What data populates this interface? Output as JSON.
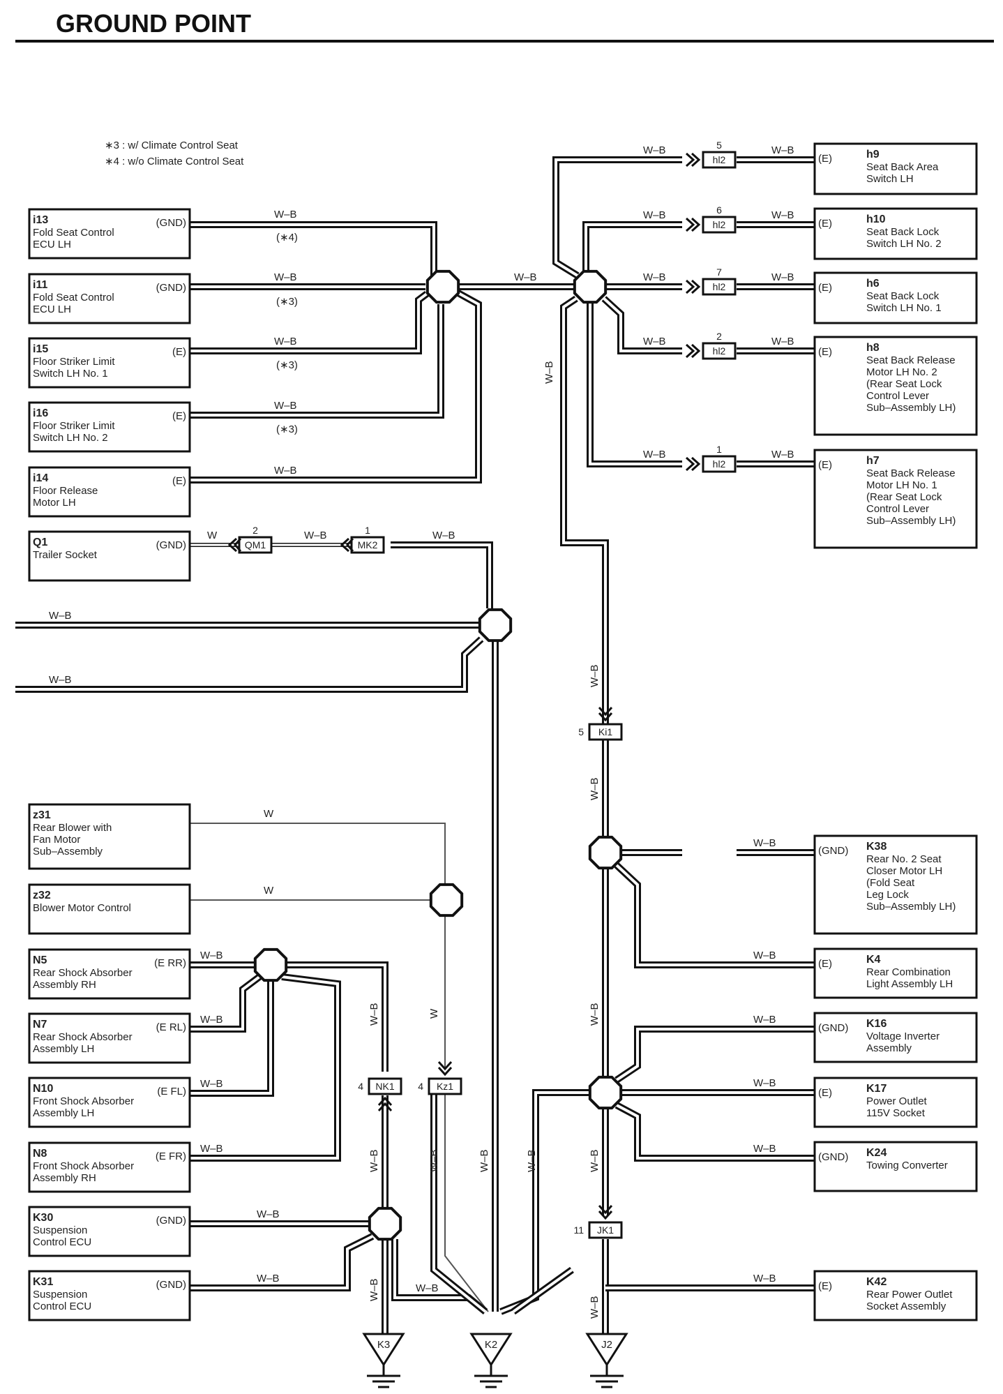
{
  "title": "GROUND POINT",
  "notes": [
    "∗3 : w/ Climate Control Seat",
    "∗4 : w/o Climate Control Seat"
  ],
  "colors": {
    "line": "#111111",
    "background": "#ffffff"
  },
  "left_components": [
    {
      "code": "i13",
      "name": [
        "Fold Seat Control",
        "ECU LH"
      ],
      "pin": "(GND)"
    },
    {
      "code": "i11",
      "name": [
        "Fold Seat Control",
        "ECU LH"
      ],
      "pin": "(GND)"
    },
    {
      "code": "i15",
      "name": [
        "Floor Striker Limit",
        "Switch LH No. 1"
      ],
      "pin": "(E)"
    },
    {
      "code": "i16",
      "name": [
        "Floor Striker Limit",
        "Switch LH No. 2"
      ],
      "pin": "(E)"
    },
    {
      "code": "i14",
      "name": [
        "Floor Release",
        "Motor LH"
      ],
      "pin": "(E)"
    },
    {
      "code": "Q1",
      "name": [
        "Trailer Socket"
      ],
      "pin": "(GND)"
    },
    {
      "code": "z31",
      "name": [
        "Rear Blower with",
        "Fan Motor",
        "Sub–Assembly"
      ],
      "pin": ""
    },
    {
      "code": "z32",
      "name": [
        "Blower Motor Control"
      ],
      "pin": ""
    },
    {
      "code": "N5",
      "name": [
        "Rear Shock Absorber",
        "Assembly RH"
      ],
      "pin": "(E RR)"
    },
    {
      "code": "N7",
      "name": [
        "Rear Shock Absorber",
        "Assembly LH"
      ],
      "pin": "(E RL)"
    },
    {
      "code": "N10",
      "name": [
        "Front Shock Absorber",
        "Assembly LH"
      ],
      "pin": "(E FL)"
    },
    {
      "code": "N8",
      "name": [
        "Front Shock Absorber",
        "Assembly RH"
      ],
      "pin": "(E FR)"
    },
    {
      "code": "K30",
      "name": [
        "Suspension",
        "Control ECU"
      ],
      "pin": "(GND)"
    },
    {
      "code": "K31",
      "name": [
        "Suspension",
        "Control ECU"
      ],
      "pin": "(GND)"
    }
  ],
  "right_components": [
    {
      "code": "h9",
      "name": [
        "Seat Back Area",
        "Switch LH"
      ],
      "pin": "(E)"
    },
    {
      "code": "h10",
      "name": [
        "Seat Back Lock",
        "Switch LH No. 2"
      ],
      "pin": "(E)"
    },
    {
      "code": "h6",
      "name": [
        "Seat Back Lock",
        "Switch LH No. 1"
      ],
      "pin": "(E)"
    },
    {
      "code": "h8",
      "name": [
        "Seat Back Release",
        "Motor LH No. 2",
        "(Rear Seat Lock",
        " Control Lever",
        " Sub–Assembly LH)"
      ],
      "pin": "(E)"
    },
    {
      "code": "h7",
      "name": [
        "Seat Back Release",
        "Motor LH No. 1",
        "(Rear Seat Lock",
        " Control Lever",
        " Sub–Assembly LH)"
      ],
      "pin": "(E)"
    },
    {
      "code": "K38",
      "name": [
        "Rear No. 2 Seat",
        "Closer Motor LH",
        "(Fold Seat",
        " Leg Lock",
        " Sub–Assembly LH)"
      ],
      "pin": "(GND)"
    },
    {
      "code": "K4",
      "name": [
        "Rear Combination",
        "Light Assembly LH"
      ],
      "pin": "(E)"
    },
    {
      "code": "K16",
      "name": [
        "Voltage Inverter",
        "Assembly"
      ],
      "pin": "(GND)"
    },
    {
      "code": "K17",
      "name": [
        "Power Outlet",
        "115V Socket"
      ],
      "pin": "(E)"
    },
    {
      "code": "K24",
      "name": [
        "Towing Converter"
      ],
      "pin": "(GND)"
    },
    {
      "code": "K42",
      "name": [
        "Rear Power Outlet",
        "Socket Assembly"
      ],
      "pin": "(E)"
    }
  ],
  "connectors": [
    {
      "label": "hl2",
      "pin": "5"
    },
    {
      "label": "hl2",
      "pin": "6"
    },
    {
      "label": "hl2",
      "pin": "7"
    },
    {
      "label": "hl2",
      "pin": "2"
    },
    {
      "label": "hl2",
      "pin": "1"
    },
    {
      "label": "QM1",
      "pin": "2"
    },
    {
      "label": "MK2",
      "pin": "1"
    },
    {
      "label": "Ki1",
      "pin": "5"
    },
    {
      "label": "NK1",
      "pin": "4"
    },
    {
      "label": "Kz1",
      "pin": "4"
    },
    {
      "label": "JK1",
      "pin": "11"
    }
  ],
  "grounds": [
    "K3",
    "K2",
    "J2"
  ],
  "wire_labels": {
    "wb": "W–B",
    "w": "W",
    "n4": "(∗4)",
    "n3": "(∗3)"
  }
}
